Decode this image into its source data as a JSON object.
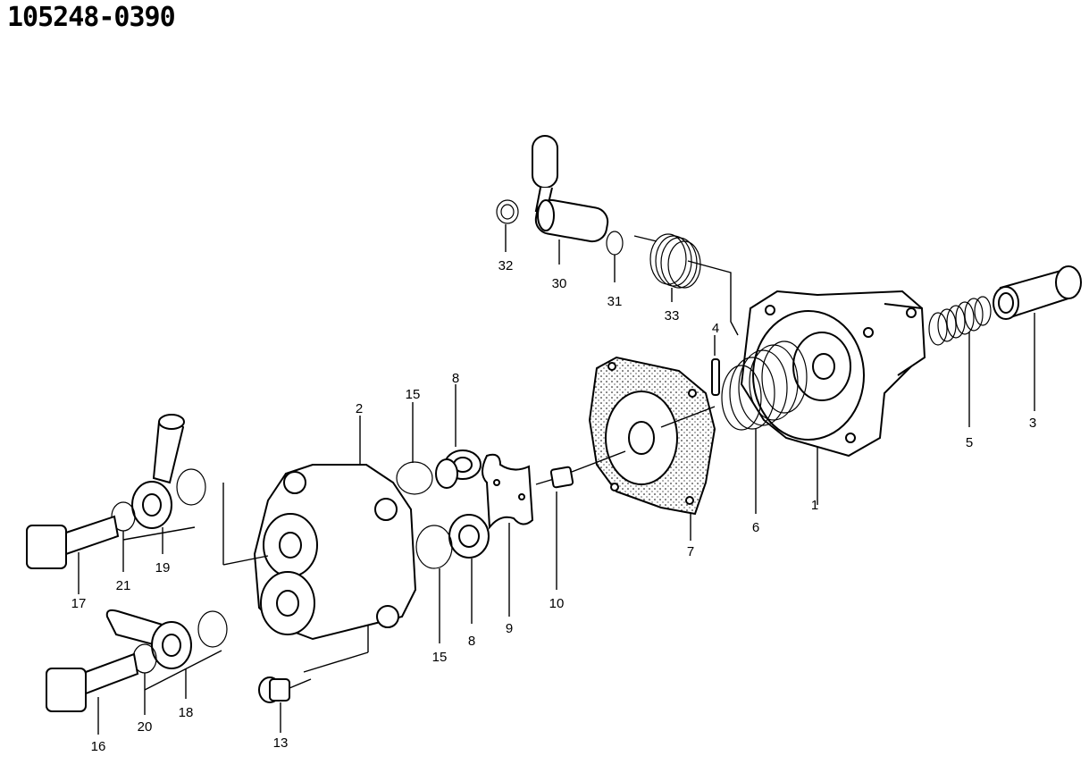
{
  "title": "105248-0390",
  "labels": {
    "p1": "1",
    "p2": "2",
    "p3": "3",
    "p4": "4",
    "p5": "5",
    "p6": "6",
    "p7": "7",
    "p8a": "8",
    "p8b": "8",
    "p9": "9",
    "p10": "10",
    "p13": "13",
    "p15a": "15",
    "p15b": "15",
    "p16": "16",
    "p17": "17",
    "p18": "18",
    "p19": "19",
    "p20": "20",
    "p21": "21",
    "p30": "30",
    "p31": "31",
    "p32": "32",
    "p33": "33"
  }
}
